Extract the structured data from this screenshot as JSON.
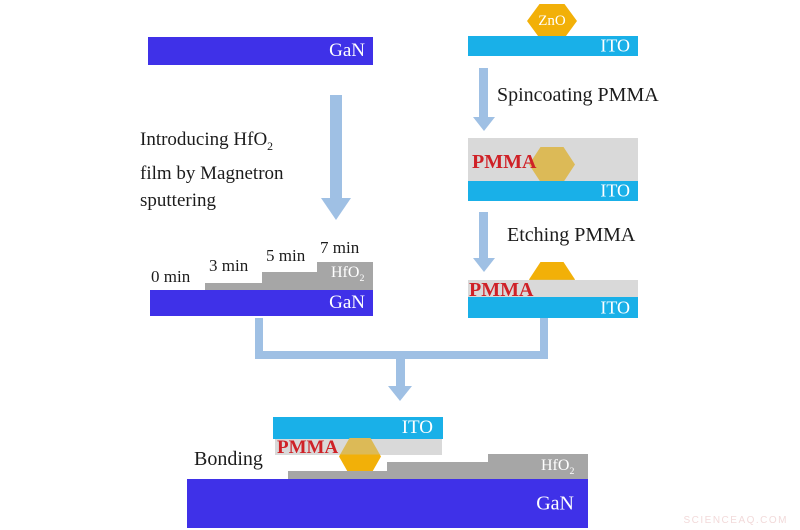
{
  "colors": {
    "gan_blue": "#3f31e8",
    "ito_cyan": "#19b0e8",
    "hfo2_gray": "#a6a6a6",
    "pmma_gray": "#d9d9d9",
    "zno_gold": "#f2b008",
    "zno_embedded": "#dcba57",
    "arrow_blue": "#9fc0e4",
    "red_label": "#cf2127",
    "watermark_pink": "#f2dada"
  },
  "materials": {
    "gan": "GaN",
    "ito": "ITO",
    "zno": "ZnO",
    "pmma": "PMMA",
    "hfo2_base": "HfO",
    "hfo2_sub": "2"
  },
  "process": {
    "sputtering_line1_base": "Introducing HfO",
    "sputtering_line1_sub": "2",
    "sputtering_line2": "film by Magnetron",
    "sputtering_line3": "sputtering",
    "spincoating": "Spincoating PMMA",
    "etching": "Etching PMMA",
    "bonding": "Bonding"
  },
  "time_labels": [
    "0 min",
    "3 min",
    "5 min",
    "7 min"
  ],
  "watermark": "SCIENCEAQ.COM"
}
